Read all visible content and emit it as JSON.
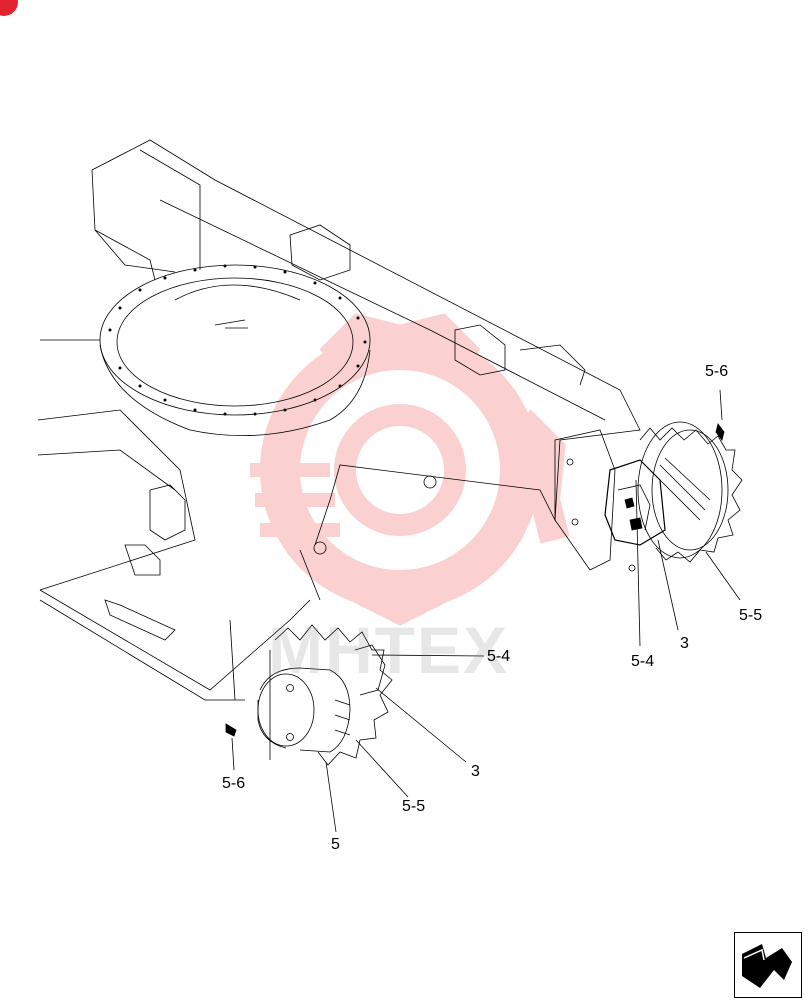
{
  "watermark": {
    "text": "MHTEX",
    "color": "#f07070"
  },
  "corner_badge": {
    "icon": "red-dot-icon",
    "color": "#e0232f"
  },
  "callouts": {
    "right_5_6": "5-6",
    "right_5_5": "5-5",
    "right_3": "3",
    "right_5_4": "5-4",
    "left_5_4": "5-4",
    "left_3": "3",
    "left_5_6": "5-6",
    "left_5_5": "5-5",
    "left_5": "5"
  },
  "nav": {
    "icon": "return-arrow-icon"
  }
}
